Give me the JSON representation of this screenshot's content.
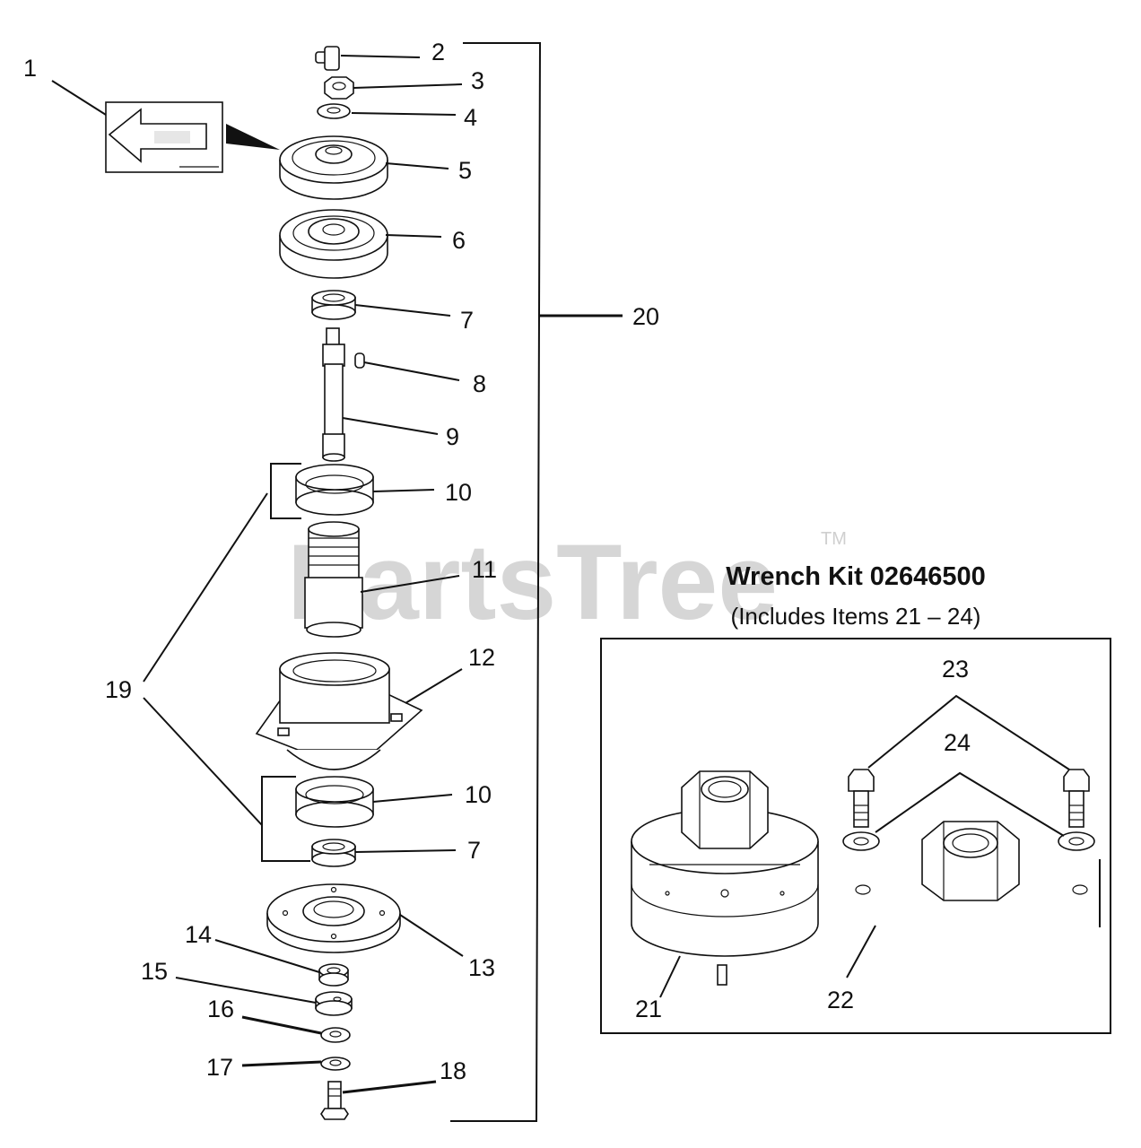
{
  "watermark": {
    "text": "PartsTree",
    "trademark": "TM"
  },
  "callouts": {
    "c1": "1",
    "c2": "2",
    "c3": "3",
    "c4": "4",
    "c5": "5",
    "c6": "6",
    "c7a": "7",
    "c7b": "7",
    "c8": "8",
    "c9": "9",
    "c10a": "10",
    "c10b": "10",
    "c11": "11",
    "c12": "12",
    "c13": "13",
    "c14": "14",
    "c15": "15",
    "c16": "16",
    "c17": "17",
    "c18": "18",
    "c19": "19",
    "c20": "20",
    "c21": "21",
    "c22": "22",
    "c23": "23",
    "c24": "24"
  },
  "wrench_kit": {
    "title": "Wrench Kit 02646500",
    "subtitle": "(Includes Items 21 – 24)"
  }
}
